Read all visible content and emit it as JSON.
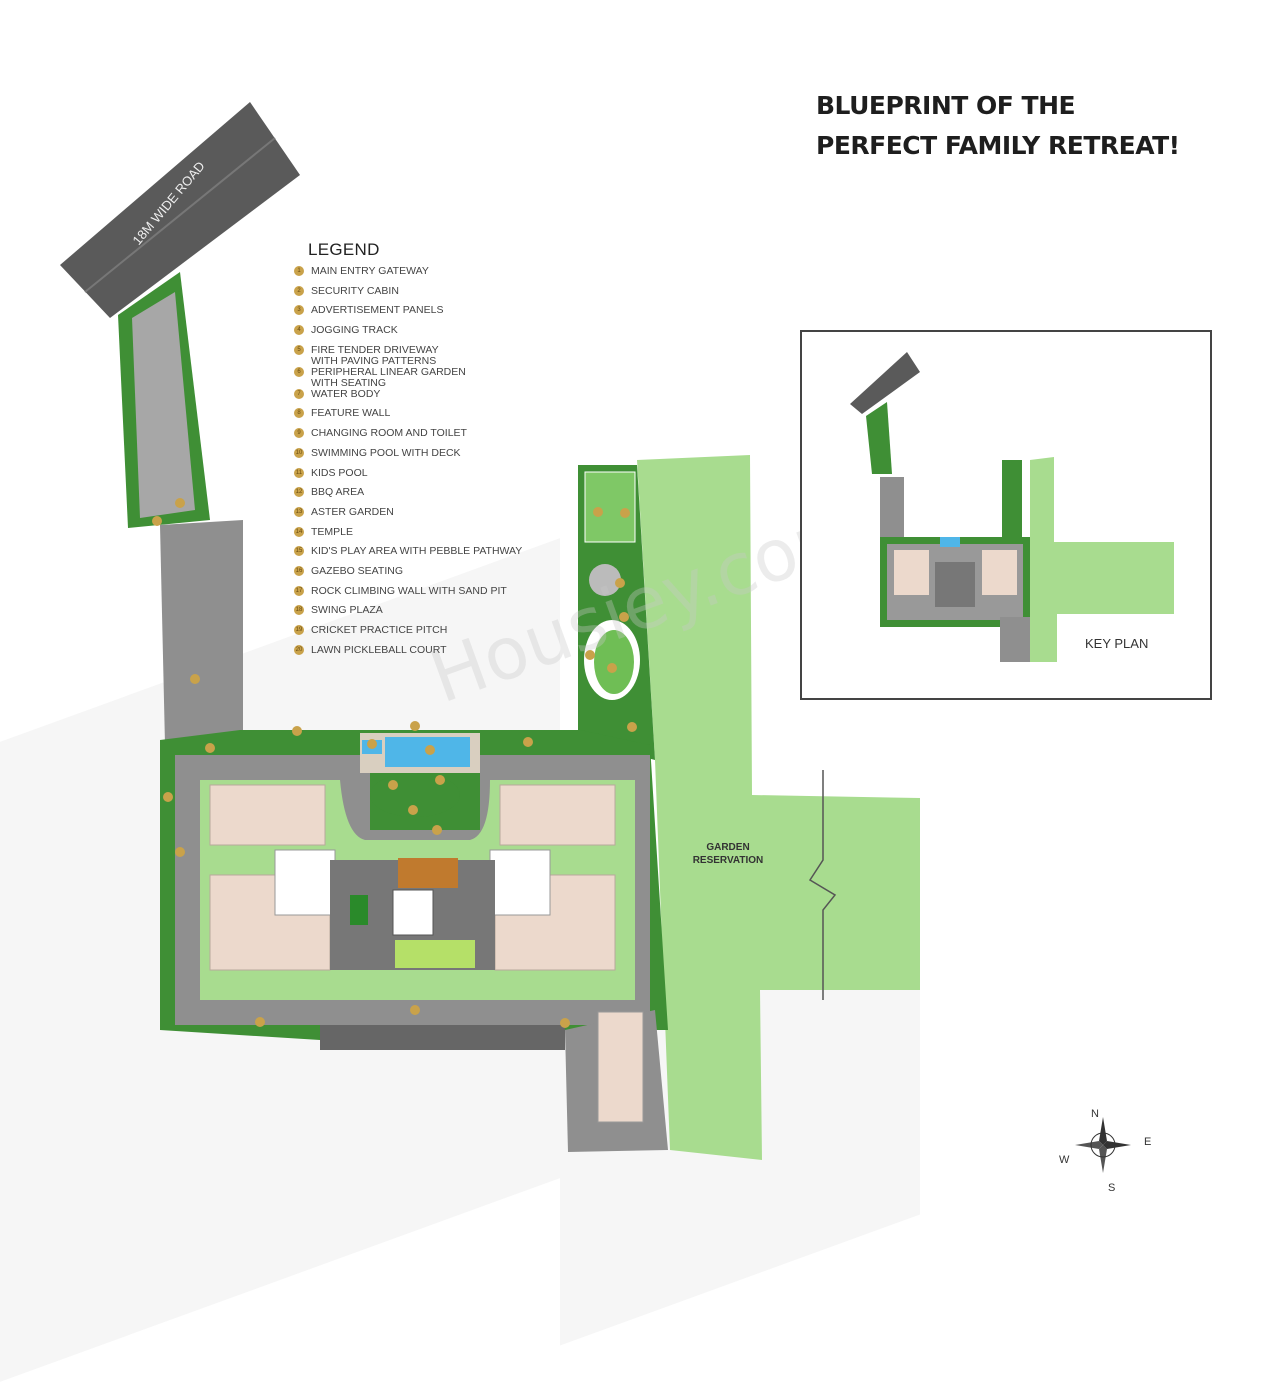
{
  "title": {
    "line1": "BLUEPRINT OF THE",
    "line2": "PERFECT FAMILY RETREAT!"
  },
  "legend": {
    "heading": "LEGEND",
    "items": [
      {
        "num": "1",
        "label": "MAIN ENTRY GATEWAY"
      },
      {
        "num": "2",
        "label": "SECURITY CABIN"
      },
      {
        "num": "3",
        "label": "ADVERTISEMENT PANELS"
      },
      {
        "num": "4",
        "label": "JOGGING TRACK"
      },
      {
        "num": "5",
        "label": "FIRE TENDER DRIVEWAY\nWITH PAVING PATTERNS"
      },
      {
        "num": "6",
        "label": "PERIPHERAL LINEAR GARDEN\nWITH SEATING"
      },
      {
        "num": "7",
        "label": "WATER BODY"
      },
      {
        "num": "8",
        "label": "FEATURE WALL"
      },
      {
        "num": "9",
        "label": "CHANGING ROOM AND TOILET"
      },
      {
        "num": "10",
        "label": "SWIMMING POOL WITH DECK"
      },
      {
        "num": "11",
        "label": "KIDS POOL"
      },
      {
        "num": "12",
        "label": "BBQ AREA"
      },
      {
        "num": "13",
        "label": "ASTER GARDEN"
      },
      {
        "num": "14",
        "label": "TEMPLE"
      },
      {
        "num": "15",
        "label": "KID'S PLAY AREA WITH PEBBLE PATHWAY"
      },
      {
        "num": "16",
        "label": "GAZEBO SEATING"
      },
      {
        "num": "17",
        "label": "ROCK CLIMBING WALL WITH SAND PIT"
      },
      {
        "num": "18",
        "label": "SWING PLAZA"
      },
      {
        "num": "19",
        "label": "CRICKET PRACTICE PITCH"
      },
      {
        "num": "20",
        "label": "LAWN PICKLEBALL COURT"
      }
    ]
  },
  "map": {
    "road_label": "18M WIDE ROAD",
    "garden_label_line1": "GARDEN",
    "garden_label_line2": "RESERVATION",
    "colors": {
      "road": "#5a5a5a",
      "driveway": "#9a9a9a",
      "lawn": "#a8dc8f",
      "greenery": "#3f8f35",
      "building": "#ecd9cc",
      "pool": "#4fb6e8",
      "marker": "#c9a24a"
    }
  },
  "key_plan": {
    "label": "KEY PLAN"
  },
  "compass": {
    "n": "N",
    "e": "E",
    "s": "S",
    "w": "W"
  },
  "watermark": "Housiey.com"
}
